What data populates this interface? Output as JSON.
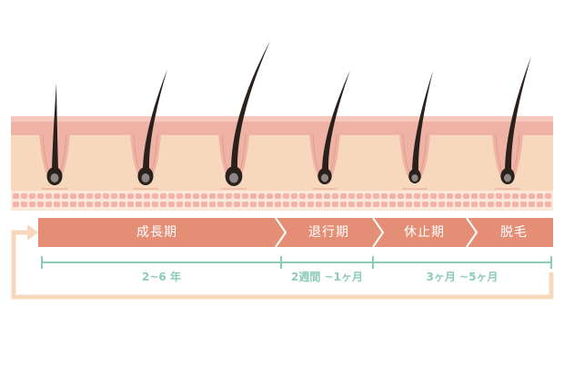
{
  "phases": [
    {
      "label": "成長期"
    },
    {
      "label": "退行期"
    },
    {
      "label": "休止期"
    },
    {
      "label": "脱毛"
    }
  ],
  "durations": [
    {
      "label": "2~6 年"
    },
    {
      "label": "2週間 ~1ヶ月"
    },
    {
      "label": "3ヶ月 ~5ヶ月"
    }
  ],
  "colors": {
    "phase_bar": "#e48e76",
    "duration_line": "#8ccbb6",
    "skin_surface": "#efb3a6",
    "dermis": "#f7d8bd",
    "cells": "#f3b3a8",
    "hair": "#2a201c",
    "return_arrow": "#f7d8bd"
  },
  "icons": [
    "hair-follicle-icon",
    "cycle-return-arrow-icon"
  ]
}
